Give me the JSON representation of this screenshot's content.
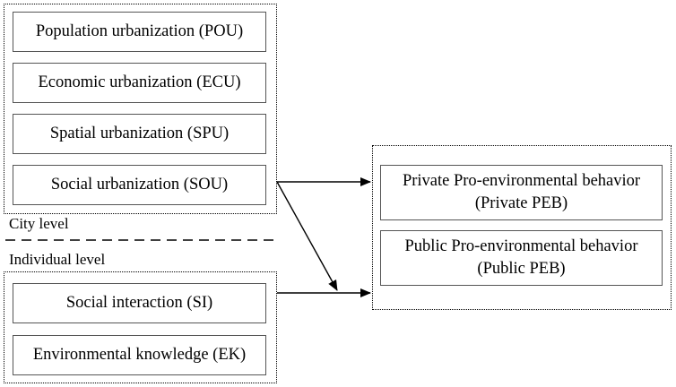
{
  "city_group": {
    "label": "City level",
    "boxes": [
      "Population urbanization (POU)",
      "Economic urbanization (ECU)",
      "Spatial urbanization (SPU)",
      "Social urbanization (SOU)"
    ]
  },
  "individual_group": {
    "label": "Individual level",
    "boxes": [
      "Social interaction (SI)",
      "Environmental knowledge (EK)"
    ]
  },
  "outcome_group": {
    "boxes": [
      {
        "line1": "Private Pro-environmental behavior",
        "line2": "(Private PEB)"
      },
      {
        "line1": "Public Pro-environmental behavior",
        "line2": "(Public PEB)"
      }
    ]
  }
}
